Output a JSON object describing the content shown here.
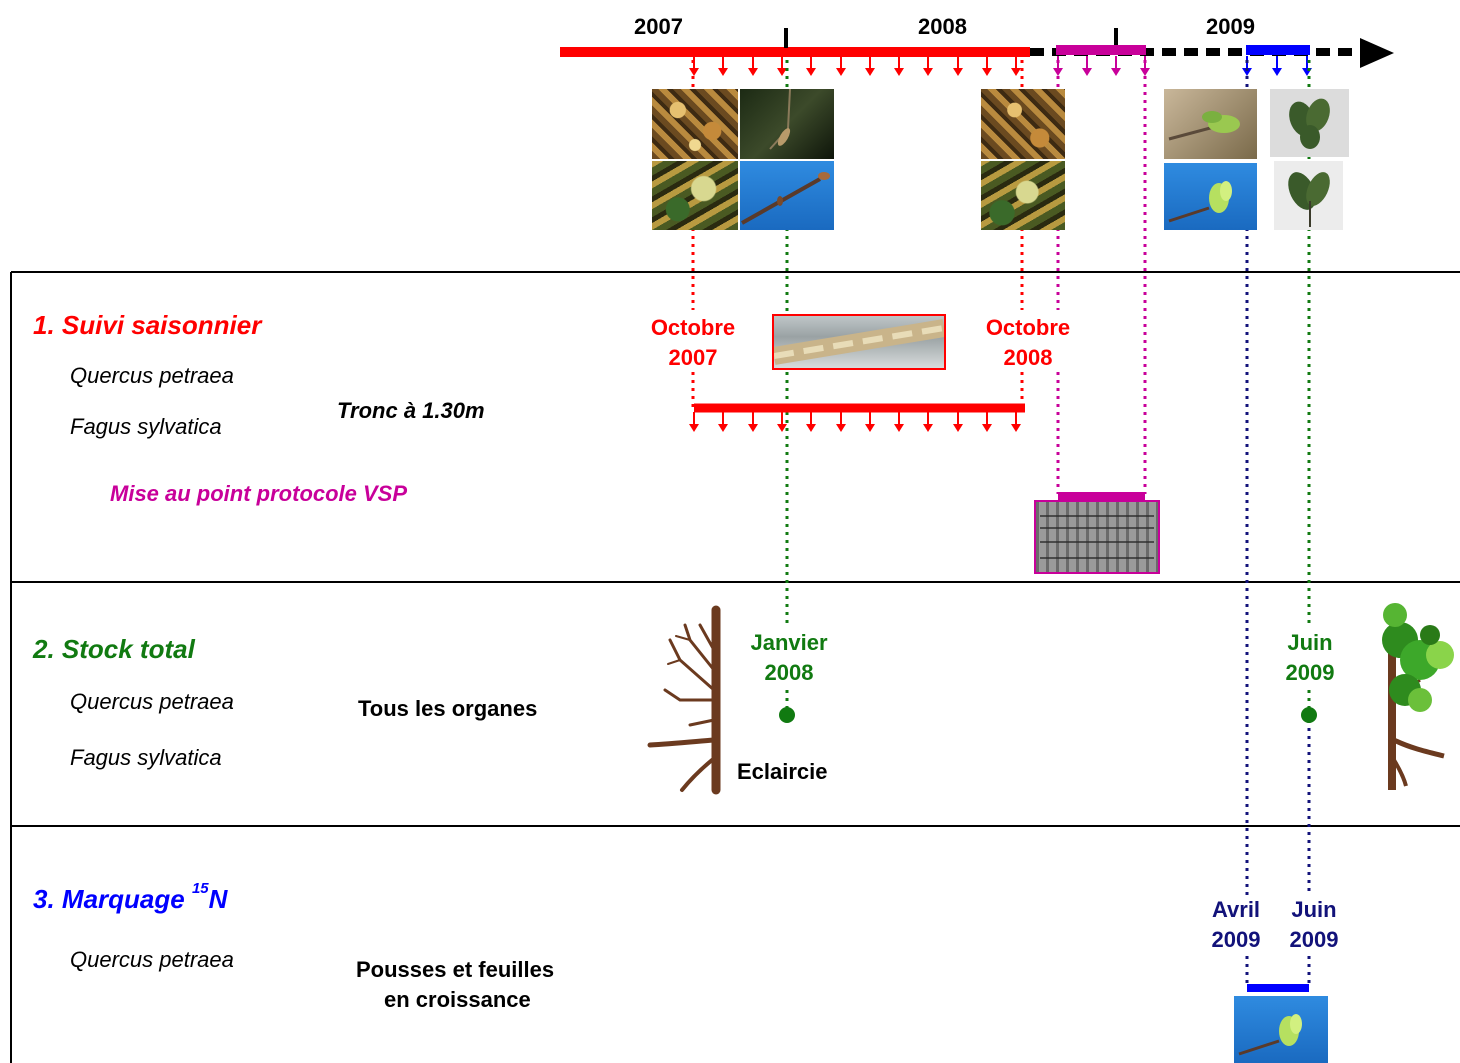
{
  "colors": {
    "red": "#ff0000",
    "magenta": "#c8009a",
    "blue": "#0000ff",
    "navy": "#12127a",
    "green": "#117a11",
    "black": "#000000"
  },
  "timeline": {
    "years": [
      "2007",
      "2008",
      "2009"
    ]
  },
  "sections": [
    {
      "title": "1. Suivi saisonnier",
      "color": "#ff0000",
      "species": [
        "Quercus petraea",
        "Fagus sylvatica"
      ],
      "organ": "Tronc à 1.30m",
      "protocol": "Mise au point protocole VSP",
      "dates": [
        {
          "month": "Octobre",
          "year": "2007"
        },
        {
          "month": "Octobre",
          "year": "2008"
        }
      ]
    },
    {
      "title": "2. Stock total",
      "color": "#117a11",
      "species": [
        "Quercus petraea",
        "Fagus sylvatica"
      ],
      "organ": "Tous les organes",
      "event": "Eclaircie",
      "dates": [
        {
          "month": "Janvier",
          "year": "2008"
        },
        {
          "month": "Juin",
          "year": "2009"
        }
      ]
    },
    {
      "title_main": "3. Marquage",
      "title_sup": "15",
      "title_end": "N",
      "color": "#0000ff",
      "species": [
        "Quercus petraea"
      ],
      "organ_line1": "Pousses et feuilles",
      "organ_line2": "en croissance",
      "dates": [
        {
          "month": "Avril",
          "year": "2009"
        },
        {
          "month": "Juin",
          "year": "2009"
        }
      ]
    }
  ],
  "icons": [
    "leaf-litter-photo",
    "bud-photo",
    "twig-photo",
    "trunk-core-photo",
    "protein-gel-photo",
    "bare-tree-icon",
    "leafy-tree-icon",
    "budburst-photo",
    "oak-leaf-photo"
  ]
}
